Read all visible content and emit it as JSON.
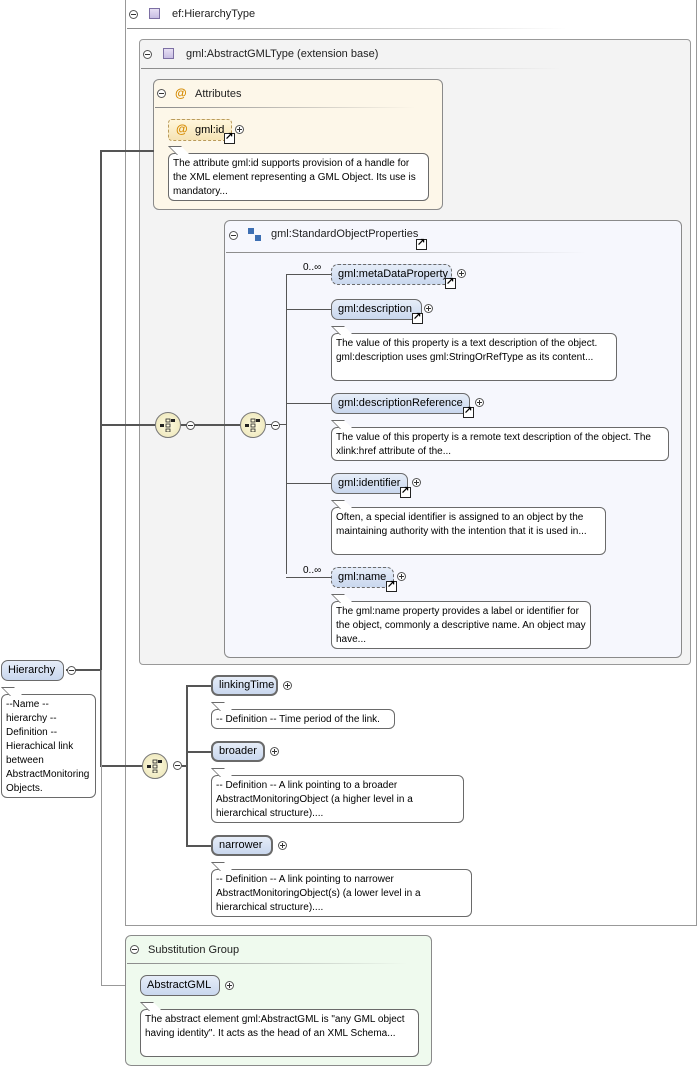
{
  "root": {
    "label": "Hierarchy",
    "doc": "--Name -- hierarchy -- Definition -- Hierachical link between AbstractMonitoring Objects."
  },
  "type_box": {
    "title": "ef:HierarchyType"
  },
  "base_box": {
    "title": "gml:AbstractGMLType (extension base)"
  },
  "attributes_box": {
    "title": "Attributes",
    "attr_label": "gml:id",
    "attr_doc": "The attribute gml:id supports provision of a handle for the XML element representing a GML Object. Its use is mandatory..."
  },
  "std_props": {
    "title": "gml:StandardObjectProperties",
    "items": [
      {
        "label": "gml:metaDataProperty",
        "occurs": "0..∞",
        "doc": ""
      },
      {
        "label": "gml:description",
        "occurs": "",
        "doc": "The value of this property is a text description of the object. gml:description uses gml:StringOrRefType as its content..."
      },
      {
        "label": "gml:descriptionReference",
        "occurs": "",
        "doc": "The value of this property is a remote text description of the object. The xlink:href attribute of the..."
      },
      {
        "label": "gml:identifier",
        "occurs": "",
        "doc": "Often, a special identifier is assigned to an object by the maintaining authority with the intention that it is used in..."
      },
      {
        "label": "gml:name",
        "occurs": "0..∞",
        "doc": "The gml:name property provides a label or identifier for the object, commonly a descriptive name. An object may have..."
      }
    ]
  },
  "ext_items": [
    {
      "label": "linkingTime",
      "doc": "-- Definition -- Time period of the link."
    },
    {
      "label": "broader",
      "doc": "-- Definition -- A link pointing to a broader AbstractMonitoringObject (a higher level in a hierarchical structure)...."
    },
    {
      "label": "narrower",
      "doc": "-- Definition -- A link pointing to narrower AbstractMonitoringObject(s) (a lower level in a hierarchical structure)...."
    }
  ],
  "subst": {
    "title": "Substitution Group",
    "label": "AbstractGML",
    "doc": "The abstract element gml:AbstractGML is \"any GML object having identity\". It acts as the head of an XML Schema..."
  },
  "colors": {
    "attributes_bg": "#fdf7e9",
    "std_props_bg": "#f6f7fd",
    "subst_bg": "#effaee",
    "element_fill": "#d3def2"
  }
}
